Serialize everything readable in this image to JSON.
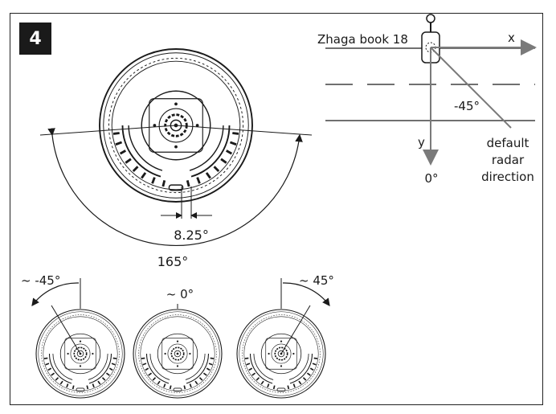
{
  "step_number": "4",
  "radar_diagram": {
    "zhaga_label": "Zhaga book 18",
    "x_axis": "x",
    "y_axis": "y",
    "angle_label": "-45°",
    "zero_label": "0°",
    "default_direction_lines": [
      "default",
      "radar",
      "direction"
    ]
  },
  "main_view": {
    "step_angle": "8.25°",
    "range_angle": "165°"
  },
  "small_views": [
    {
      "label": "~ -45°"
    },
    {
      "label": "~ 0°"
    },
    {
      "label": "~ 45°"
    }
  ],
  "colors": {
    "frame": "#222222",
    "axis_gray": "#7a7a7a",
    "line": "#1a1a1a"
  }
}
